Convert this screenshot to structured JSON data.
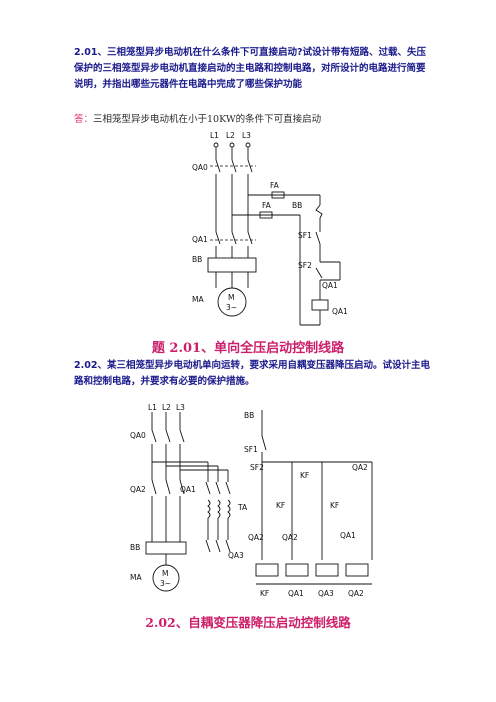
{
  "q1": {
    "text": "2.01、三相笼型异步电动机在什么条件下可直接启动?试设计带有短路、过载、失压保护的三相笼型异步电动机直接启动的主电路和控制电路，对所设计的电路进行简要说明，并指出哪些元器件在电路中完成了哪些保护功能",
    "answer_label": "答：",
    "answer_text": "三相笼型异步电动机在小于10KW的条件下可直接启动"
  },
  "fig1": {
    "labels": {
      "l1": "L1",
      "l2": "L2",
      "l3": "L3",
      "qa0": "QA0",
      "fa_a": "FA",
      "fa_b": "FA",
      "bb_ctrl": "BB",
      "sf1": "SF1",
      "qa1_main": "QA1",
      "bb_main": "BB",
      "sf2": "SF2",
      "qa1_aux": "QA1",
      "ma": "MA",
      "motor_m": "M",
      "motor_phase": "3~",
      "qa1_coil": "QA1"
    },
    "caption": "题 2.01、单向全压启动控制线路"
  },
  "q2": {
    "text": "2.02、某三相笼型异步电动机单向运转，要求采用自耦变压器降压启动。试设计主电路和控制电路，并要求有必要的保护措施。"
  },
  "fig2": {
    "labels": {
      "l1": "L1",
      "l2": "L2",
      "l3": "L3",
      "qa0": "QA0",
      "qa2": "QA2",
      "qa1": "QA1",
      "ta": "TA",
      "bb_main": "BB",
      "qa3": "QA3",
      "ma": "MA",
      "motor_m": "M",
      "motor_phase": "3~",
      "bb_ctrl": "BB",
      "sf1": "SF1",
      "sf2": "SF2",
      "kf_top": "KF",
      "qa2_top": "QA2",
      "kf_left": "KF",
      "kf_right": "KF",
      "qa2_a": "QA2",
      "qa2_b": "QA2",
      "qa1_right": "QA1",
      "coil_kf": "KF",
      "coil_qa1": "QA1",
      "coil_qa3": "QA3",
      "coil_qa2": "QA2"
    },
    "caption": "2.02、自耦变压器降压启动控制线路"
  }
}
